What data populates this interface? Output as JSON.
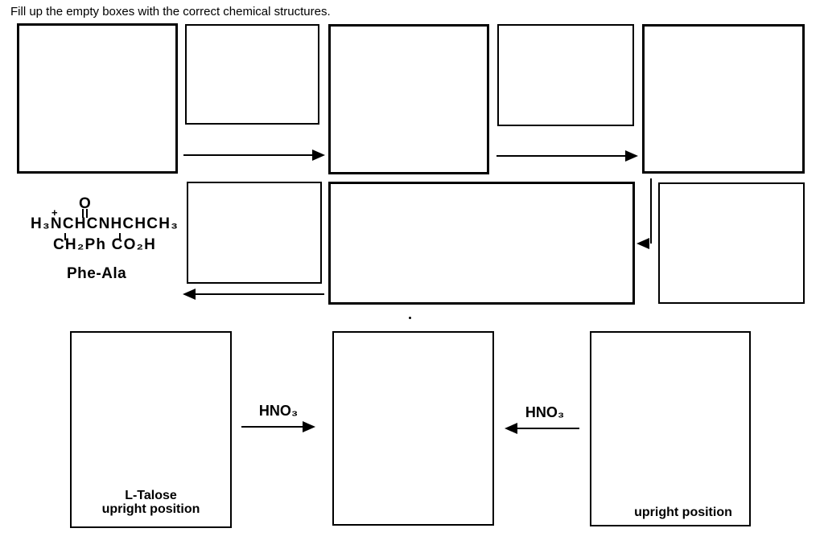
{
  "title": "Fill up the empty boxes with the correct chemical structures.",
  "phe_ala": {
    "charge": "+",
    "oxygen": "O",
    "backbone": "H₃NCHCNHCHCH₃",
    "side_groups": "CH₂Ph CO₂H",
    "name": "Phe-Ala"
  },
  "reactions": {
    "left_reagent": "HNO₃",
    "right_reagent": "HNO₃"
  },
  "labels": {
    "talose_line1": "L-Talose",
    "talose_line2": "upright position",
    "right_box": "upright position"
  },
  "marks": {
    "dot": "."
  }
}
